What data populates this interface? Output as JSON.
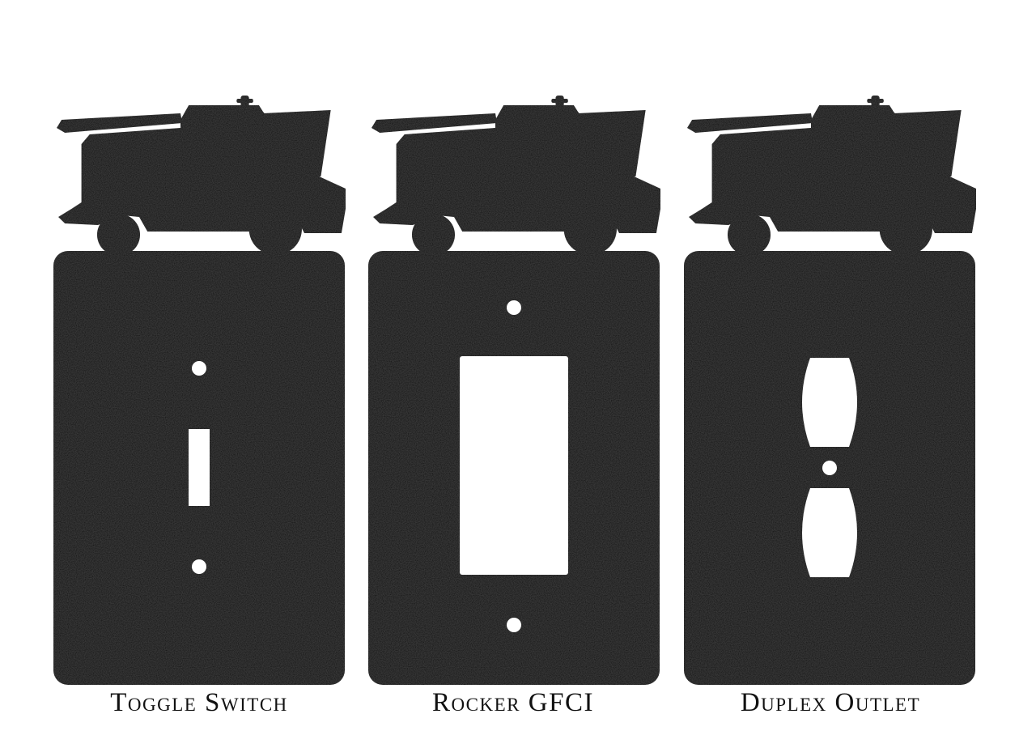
{
  "colors": {
    "plate": "#0b0b0b",
    "background": "#ffffff",
    "cutout": "#ffffff"
  },
  "plates": [
    {
      "type": "toggle",
      "icon": "combine-harvester-icon",
      "label": "Toggle Switch"
    },
    {
      "type": "rocker",
      "icon": "combine-harvester-icon",
      "label": "Rocker GFCI"
    },
    {
      "type": "duplex",
      "icon": "combine-harvester-icon",
      "label": "Duplex Outlet"
    }
  ]
}
